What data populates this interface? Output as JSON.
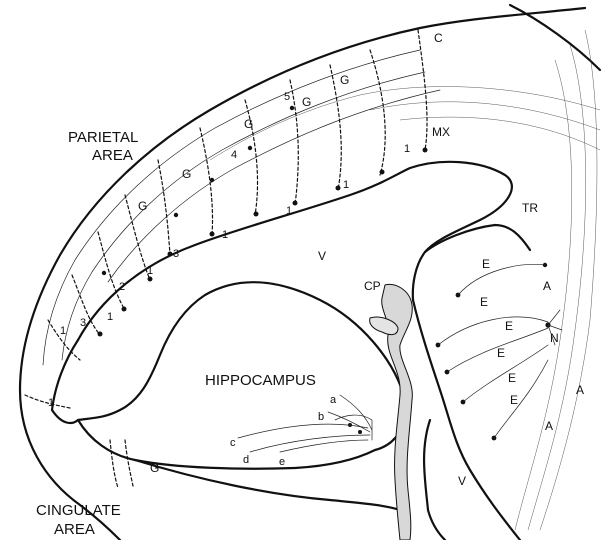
{
  "areas": {
    "parietal_line1": "PARIETAL",
    "parietal_line2": "AREA",
    "cingulate_line1": "CINGULATE",
    "cingulate_line2": "AREA",
    "hippocampus": "HIPPOCAMPUS"
  },
  "regions": {
    "c": "C",
    "mx": "MX",
    "tr": "TR",
    "v_upper": "V",
    "v_lower": "V",
    "cp": "CP",
    "n": "N"
  },
  "hippocampal_labels": [
    "a",
    "b",
    "c",
    "d",
    "e"
  ],
  "cell_labels": {
    "g": "G",
    "e": "E",
    "a": "A",
    "one": "1",
    "two": "2",
    "three": "3",
    "four": "4",
    "five": "5"
  }
}
